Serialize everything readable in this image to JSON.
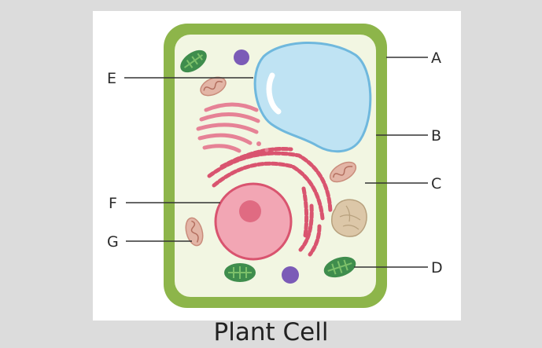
{
  "caption": "Plant Cell",
  "labels": {
    "A": "A",
    "B": "B",
    "C": "C",
    "D": "D",
    "E": "E",
    "F": "F",
    "G": "G"
  },
  "colors": {
    "cell_wall": "#8db54a",
    "cytoplasm": "#f2f6e2",
    "vacuole": "#bfe3f3",
    "vacuole_border": "#6fb8dd",
    "nucleus": "#f2a6b4",
    "nucleolus": "#e06b82",
    "endoplasmic_reticulum": "#d9546f",
    "golgi": "#e68296",
    "chloroplast": "#3f8d4d",
    "mitochondrion": "#e3b5a6",
    "vesicle": "#7b5bb7",
    "amyloplast": "#dcc7a8"
  }
}
